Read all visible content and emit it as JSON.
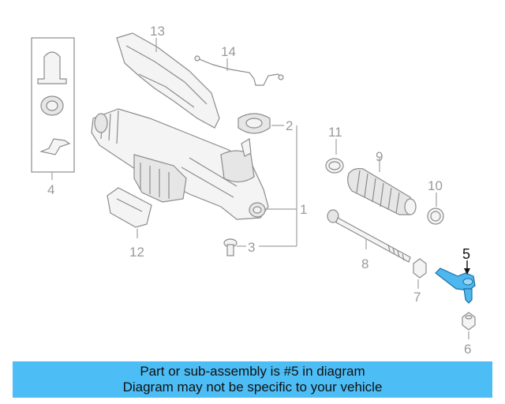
{
  "callouts": {
    "c1": "1",
    "c2": "2",
    "c3": "3",
    "c4": "4",
    "c5": "5",
    "c6": "6",
    "c7": "7",
    "c8": "8",
    "c9": "9",
    "c10": "10",
    "c11": "11",
    "c12": "12",
    "c13": "13",
    "c14": "14"
  },
  "highlight": {
    "part_number": "5",
    "color": "#4db8f0"
  },
  "banner": {
    "line1": "Part or sub-assembly is #5 in diagram",
    "line2": "Diagram may not be specific to your vehicle",
    "background": "#4dbdf5"
  }
}
